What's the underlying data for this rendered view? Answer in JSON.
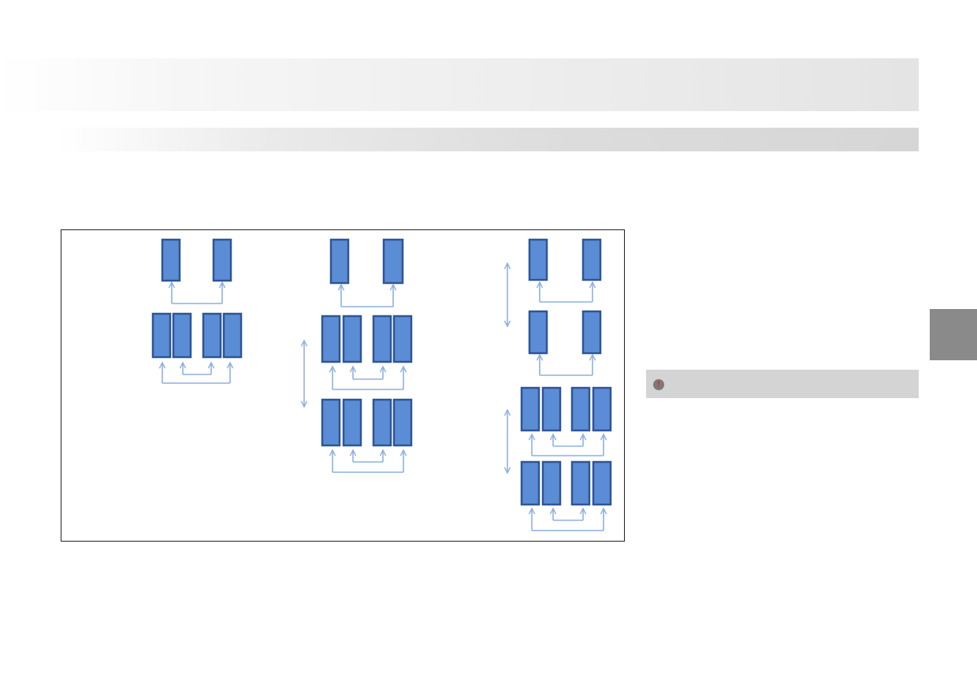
{
  "header": {
    "title": ""
  },
  "subheader": {
    "title": ""
  },
  "figure": {
    "diagrams": [
      {
        "id": "single-row",
        "rows": 2
      },
      {
        "id": "double-row",
        "rows": 3
      },
      {
        "id": "stacked",
        "rows": 4
      }
    ]
  },
  "notice": {
    "icon": "warning-icon",
    "icon_glyph": "!",
    "text": ""
  },
  "side_tab": {
    "label": ""
  },
  "colors": {
    "panel_fill": "#5b8dd6",
    "panel_stroke": "#2f5595",
    "connector": "#8fb0e0",
    "notice_bg": "#d4d4d4",
    "tab_bg": "#8a8a8a"
  }
}
